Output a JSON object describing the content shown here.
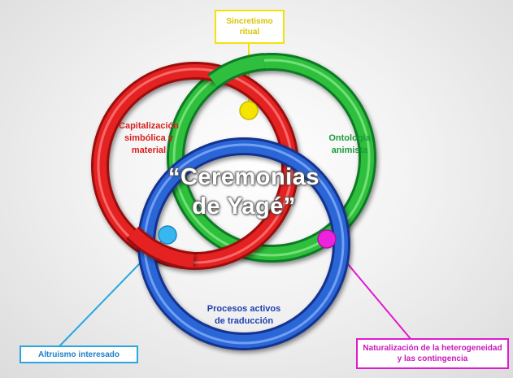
{
  "diagram": {
    "center_title": {
      "line1": "“Ceremonias",
      "line2": "de Yagé”"
    },
    "rings": {
      "red": {
        "lines": [
          "Capitalización",
          "simbólica y",
          "material"
        ],
        "color": "#d81e1e"
      },
      "green": {
        "lines": [
          "Ontología",
          "animista"
        ],
        "color": "#1e9a3a"
      },
      "blue": {
        "lines": [
          "Procesos activos",
          "de traducción"
        ],
        "color": "#1f58c8"
      }
    },
    "callouts": {
      "yellow": {
        "lines": [
          "Sincretismo",
          "ritual"
        ],
        "color": "#f2e20c"
      },
      "cyan": {
        "lines": [
          "Altruismo interesado"
        ],
        "color": "#2aa7e0"
      },
      "magenta": {
        "lines": [
          "Naturalización de la heterogeneidad",
          "y las contingencia"
        ],
        "color": "#e01ad0"
      }
    }
  }
}
